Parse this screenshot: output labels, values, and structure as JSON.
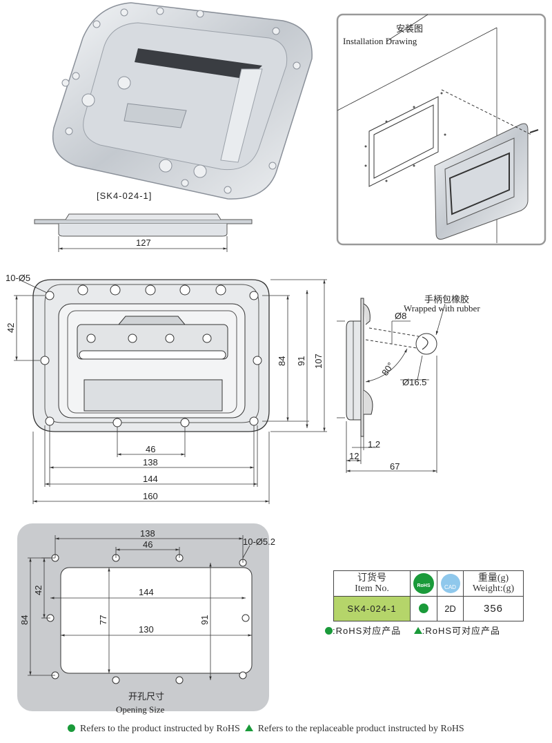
{
  "product": {
    "model_label": "[SK4-024-1]",
    "side_width": "127"
  },
  "installation": {
    "title_cn": "安装图",
    "title_en": "Installation Drawing"
  },
  "front_view": {
    "holes": "10-Ø5",
    "d42": "42",
    "d84": "84",
    "d91": "91",
    "d107": "107",
    "d46": "46",
    "d138": "138",
    "d144": "144",
    "d160": "160"
  },
  "side_view": {
    "note_cn": "手柄包橡胶",
    "note_en": "Wrapped with rubber",
    "d_bar": "Ø8",
    "d_grip": "Ø16.5",
    "angle": "80°",
    "thickness": "1.2",
    "depth": "12",
    "total": "67"
  },
  "opening": {
    "d138": "138",
    "d46": "46",
    "holes": "10-Ø5.2",
    "d42": "42",
    "d84": "84",
    "d144": "144",
    "d77": "77",
    "d130": "130",
    "d91": "91",
    "title_cn": "开孔尺寸",
    "title_en": "Opening Size"
  },
  "table": {
    "item_cn": "订货号",
    "item_en": "Item No.",
    "rohs_badge": "RoHS",
    "cad_badge": "CAD",
    "weight_cn": "重量(g)",
    "weight_en": "Weight:(g)",
    "row": {
      "item": "SK4-024-1",
      "cad": "2D",
      "weight": "356"
    },
    "item_cell_color": "#b5d56a",
    "rohs_color": "#1a9a3a",
    "cad_color": "#8fc8ec"
  },
  "legend": {
    "rohs": ":RoHS对应产品",
    "rohs_replaceable": ":RoHS可对应产品"
  },
  "footer": {
    "rohs": "Refers to the product instructed by RoHS",
    "replaceable": "Refers to the replaceable product instructed by RoHS"
  }
}
